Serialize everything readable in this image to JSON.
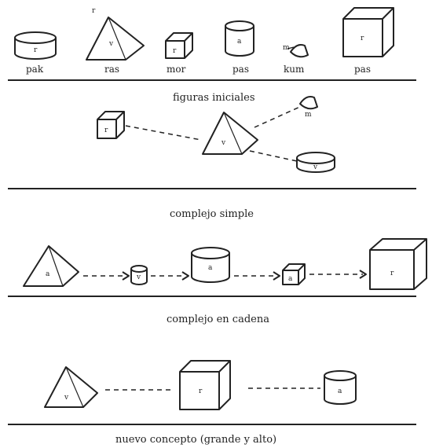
{
  "row1": {
    "shapes": [
      {
        "id": "cylinder",
        "word": "pak",
        "symbol": "r"
      },
      {
        "id": "pyramid",
        "word": "ras",
        "symbol": "v",
        "corner_mark": "r"
      },
      {
        "id": "small-cube",
        "word": "mor",
        "symbol": "r"
      },
      {
        "id": "tall-cylinder",
        "word": "pas",
        "symbol": "a"
      },
      {
        "id": "hand",
        "word": "kum",
        "symbol": "m"
      },
      {
        "id": "large-cube",
        "word": "pas",
        "symbol": "r"
      }
    ]
  },
  "sections": [
    {
      "caption": "figuras iniciales"
    },
    {
      "caption": "complejo simple"
    },
    {
      "caption": "complejo en cadena"
    },
    {
      "caption": "nuevo concepto (grande y alto)"
    }
  ],
  "simple_complex": {
    "cube": "r",
    "pyramid": "v",
    "hand": "m",
    "cylinder": "v"
  },
  "chain_complex": {
    "pyramid": "a",
    "small_cylinder": "v",
    "cylinder": "a",
    "small_cube": "a",
    "large_cube": "r"
  },
  "new_concept": {
    "pyramid": "v",
    "large_cube": "r",
    "cylinder": "a"
  }
}
